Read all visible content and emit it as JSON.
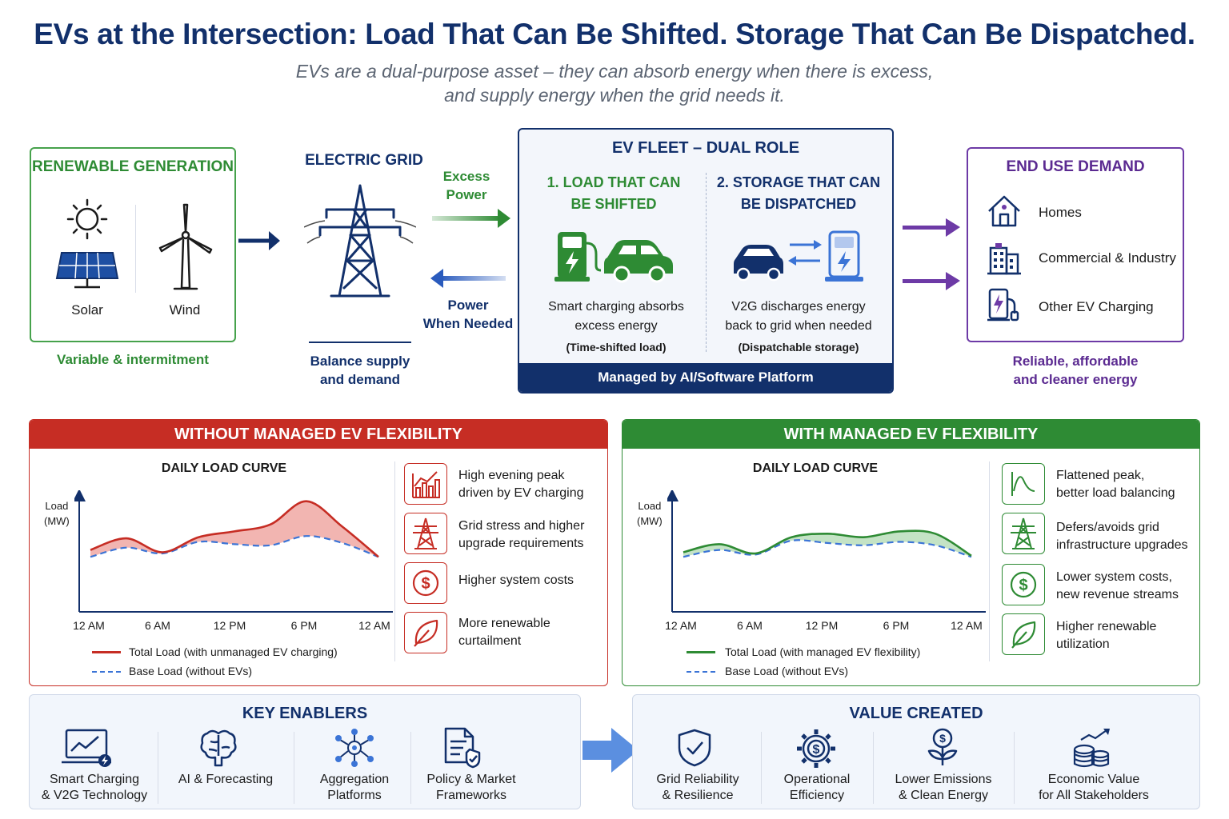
{
  "title": "EVs at the Intersection: Load That Can Be Shifted. Storage That Can Be Dispatched.",
  "subtitle_line1": "EVs are a dual-purpose asset – they can absorb energy when there is excess,",
  "subtitle_line2": "and supply energy when the grid needs it.",
  "renewable": {
    "heading": "RENEWABLE GENERATION",
    "solar": "Solar",
    "wind": "Wind",
    "caption": "Variable & intermitment"
  },
  "grid": {
    "heading": "ELECTRIC GRID",
    "caption_line1": "Balance supply",
    "caption_line2": "and demand"
  },
  "flows": {
    "excess_line1": "Excess",
    "excess_line2": "Power",
    "needed_line1": "Power",
    "needed_line2": "When Needed"
  },
  "fleet": {
    "heading": "EV FLEET – DUAL ROLE",
    "role1_line1": "1. LOAD THAT CAN",
    "role1_line2": "BE SHIFTED",
    "role1_desc_line1": "Smart charging absorbs",
    "role1_desc_line2": "excess energy",
    "role1_note": "(Time-shifted load)",
    "role2_line1": "2. STORAGE THAT CAN",
    "role2_line2": "BE DISPATCHED",
    "role2_desc_line1": "V2G discharges energy",
    "role2_desc_line2": "back to grid when needed",
    "role2_note": "(Dispatchable storage)",
    "footer": "Managed by AI/Software Platform"
  },
  "demand": {
    "heading": "END USE DEMAND",
    "items": [
      "Homes",
      "Commercial & Industry",
      "Other EV Charging"
    ],
    "caption_line1": "Reliable, affordable",
    "caption_line2": "and cleaner energy"
  },
  "without": {
    "header": "WITHOUT MANAGED EV FLEXIBILITY",
    "chart_title": "DAILY LOAD CURVE",
    "ylabel_line1": "Load",
    "ylabel_line2": "(MW)",
    "legend_total": "Total Load (with unmanaged EV charging)",
    "legend_base": "Base Load (without EVs)",
    "points": [
      {
        "line1": "High evening peak",
        "line2": "driven by EV charging"
      },
      {
        "line1": "Grid stress and higher",
        "line2": "upgrade requirements"
      },
      {
        "line1": "Higher system costs",
        "line2": ""
      },
      {
        "line1": "More renewable",
        "line2": "curtailment"
      }
    ]
  },
  "with": {
    "header": "WITH MANAGED EV FLEXIBILITY",
    "chart_title": "DAILY LOAD CURVE",
    "ylabel_line1": "Load",
    "ylabel_line2": "(MW)",
    "legend_total": "Total Load (with managed EV flexibility)",
    "legend_base": "Base Load (without EVs)",
    "points": [
      {
        "line1": "Flattened peak,",
        "line2": "better load balancing"
      },
      {
        "line1": "Defers/avoids grid",
        "line2": "infrastructure upgrades"
      },
      {
        "line1": "Lower system costs,",
        "line2": "new revenue streams"
      },
      {
        "line1": "Higher renewable",
        "line2": "utilization"
      }
    ]
  },
  "x_ticks": [
    "12 AM",
    "6 AM",
    "12 PM",
    "6 PM",
    "12 AM"
  ],
  "enablers": {
    "heading": "KEY ENABLERS",
    "items": [
      {
        "line1": "Smart Charging",
        "line2": "& V2G Technology",
        "icon": "laptop-chart-icon"
      },
      {
        "line1": "AI & Forecasting",
        "line2": "",
        "icon": "brain-icon"
      },
      {
        "line1": "Aggregation",
        "line2": "Platforms",
        "icon": "network-icon"
      },
      {
        "line1": "Policy & Market",
        "line2": "Frameworks",
        "icon": "document-check-icon"
      }
    ]
  },
  "value": {
    "heading": "VALUE CREATED",
    "items": [
      {
        "line1": "Grid Reliability",
        "line2": "& Resilience",
        "icon": "shield-check-icon"
      },
      {
        "line1": "Operational",
        "line2": "Efficiency",
        "icon": "gear-dollar-icon"
      },
      {
        "line1": "Lower Emissions",
        "line2": "& Clean Energy",
        "icon": "plant-dollar-icon"
      },
      {
        "line1": "Economic Value",
        "line2": "for All Stakeholders",
        "icon": "coins-chart-icon"
      }
    ]
  },
  "colors": {
    "navy": "#12306b",
    "green": "#2e8b34",
    "red": "#c62d24",
    "purple": "#5b2a91",
    "blue": "#3b74d6"
  },
  "chart_data": [
    {
      "type": "line",
      "title": "DAILY LOAD CURVE",
      "xlabel": "",
      "ylabel": "Load (MW)",
      "x": [
        "12 AM",
        "3 AM",
        "6 AM",
        "9 AM",
        "12 PM",
        "3 PM",
        "6 PM",
        "9 PM",
        "12 AM"
      ],
      "series": [
        {
          "name": "Total Load (with unmanaged EV charging)",
          "values": [
            52,
            62,
            50,
            63,
            68,
            74,
            94,
            72,
            46
          ]
        },
        {
          "name": "Base Load (without EVs)",
          "values": [
            46,
            54,
            49,
            59,
            57,
            56,
            64,
            58,
            46
          ]
        }
      ]
    },
    {
      "type": "line",
      "title": "DAILY LOAD CURVE",
      "xlabel": "",
      "ylabel": "Load (MW)",
      "x": [
        "12 AM",
        "3 AM",
        "6 AM",
        "9 AM",
        "12 PM",
        "3 PM",
        "6 PM",
        "9 PM",
        "12 AM"
      ],
      "series": [
        {
          "name": "Total Load (with managed EV flexibility)",
          "values": [
            50,
            57,
            49,
            63,
            66,
            63,
            68,
            66,
            47
          ]
        },
        {
          "name": "Base Load (without EVs)",
          "values": [
            46,
            52,
            48,
            60,
            58,
            56,
            59,
            56,
            46
          ]
        }
      ]
    }
  ]
}
